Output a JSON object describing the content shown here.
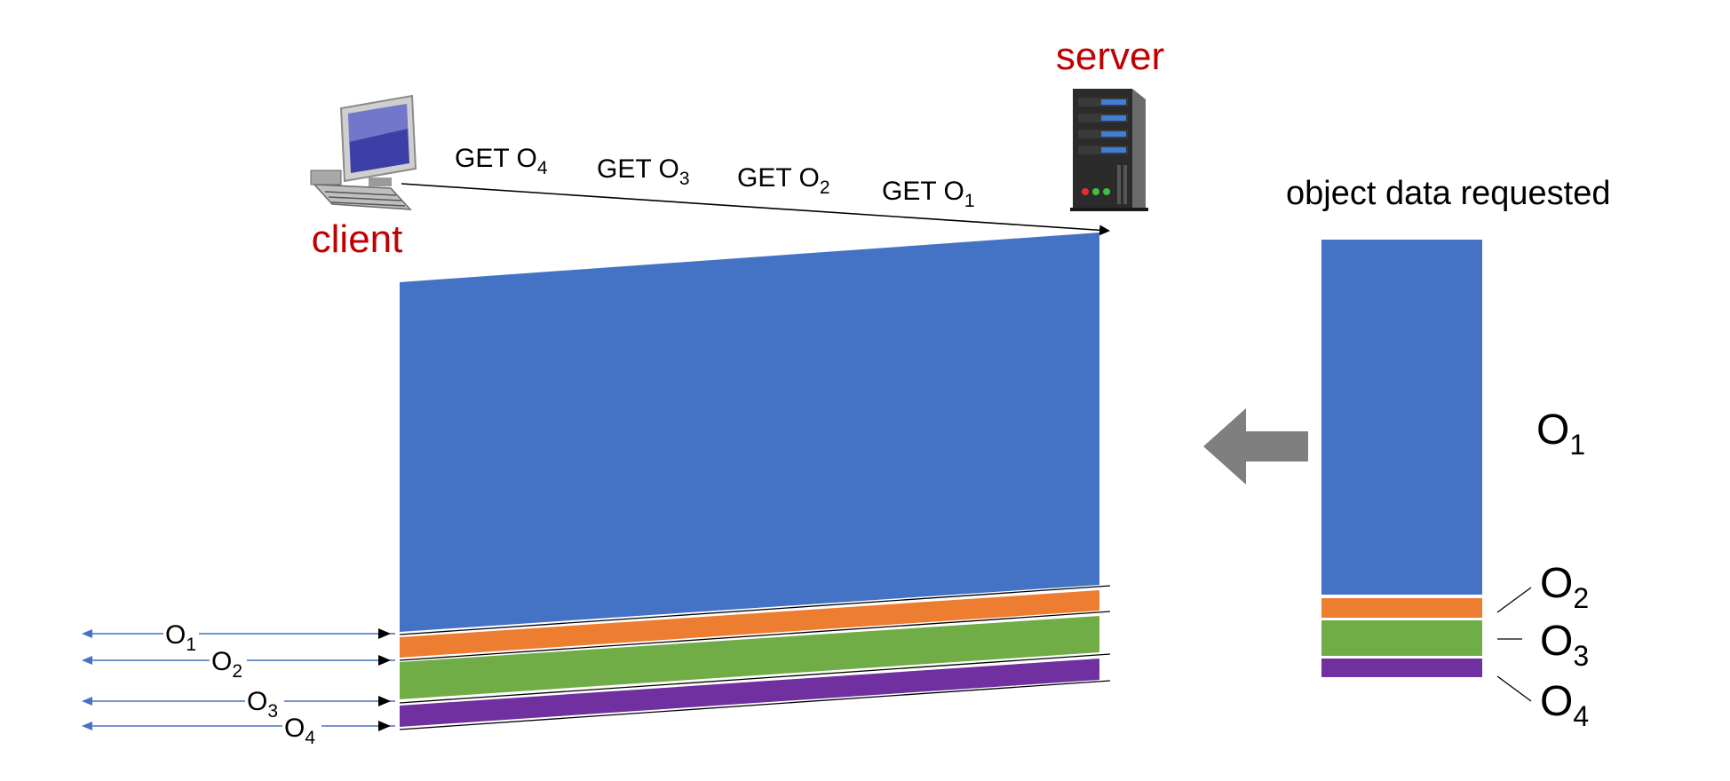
{
  "diagram": {
    "server_label": "server",
    "client_label": "client",
    "heading": "object data requested",
    "requests": [
      {
        "prefix": "GET O",
        "sub": "4"
      },
      {
        "prefix": "GET O",
        "sub": "3"
      },
      {
        "prefix": "GET O",
        "sub": "2"
      },
      {
        "prefix": "GET O",
        "sub": "1"
      }
    ],
    "objects": [
      {
        "letter": "O",
        "sub": "1",
        "color": "#4472C4"
      },
      {
        "letter": "O",
        "sub": "2",
        "color": "#ED7D31"
      },
      {
        "letter": "O",
        "sub": "3",
        "color": "#70AD47"
      },
      {
        "letter": "O",
        "sub": "4",
        "color": "#7030A0"
      }
    ],
    "received": [
      {
        "letter": "O",
        "sub": "1"
      },
      {
        "letter": "O",
        "sub": "2"
      },
      {
        "letter": "O",
        "sub": "3"
      },
      {
        "letter": "O",
        "sub": "4"
      }
    ],
    "colors": {
      "role": "#C00000",
      "arrow_gray": "#7F7F7F",
      "client_arrow": "#4472C4"
    }
  }
}
